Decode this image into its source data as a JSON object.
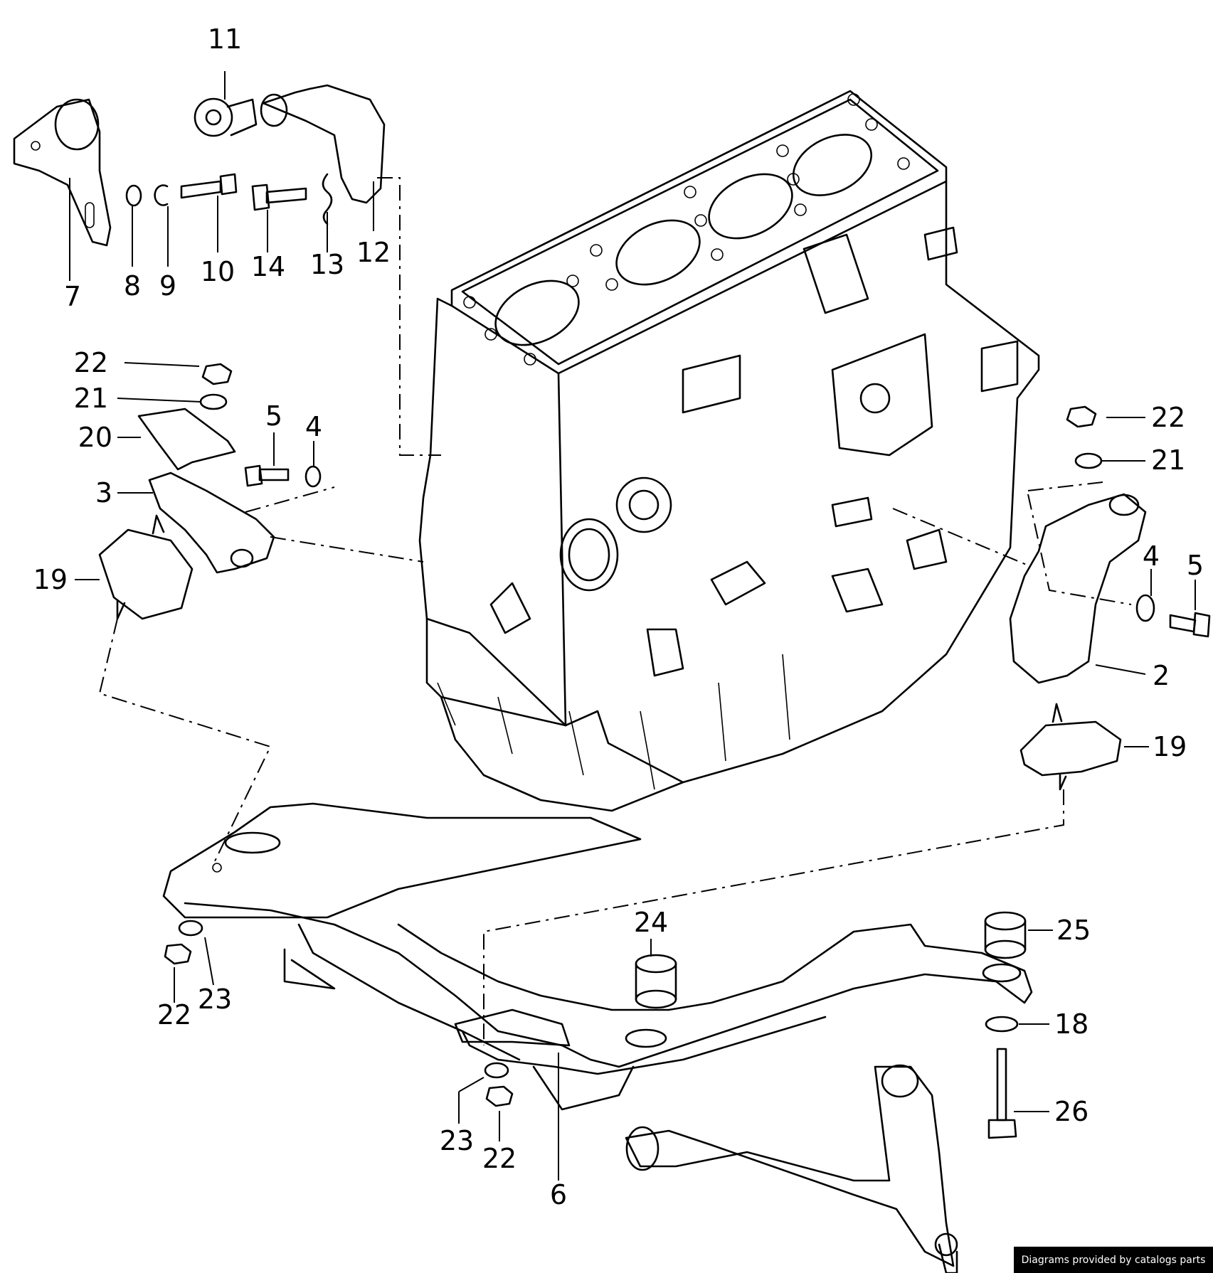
{
  "footer": {
    "credit": "Diagrams provided by catalogs parts"
  },
  "callouts": {
    "c2": "2",
    "c3": "3",
    "c4_left": "4",
    "c4_right": "4",
    "c5_left": "5",
    "c5_right": "5",
    "c6": "6",
    "c7": "7",
    "c8": "8",
    "c9": "9",
    "c10": "10",
    "c11": "11",
    "c12": "12",
    "c13": "13",
    "c14": "14",
    "c18": "18",
    "c19_left": "19",
    "c19_right": "19",
    "c20": "20",
    "c21_left": "21",
    "c21_right": "21",
    "c22_top_left": "22",
    "c22_right": "22",
    "c22_lower_left": "22",
    "c22_bottom": "22",
    "c23_left": "23",
    "c23_bottom": "23",
    "c24": "24",
    "c25": "25",
    "c26": "26"
  }
}
